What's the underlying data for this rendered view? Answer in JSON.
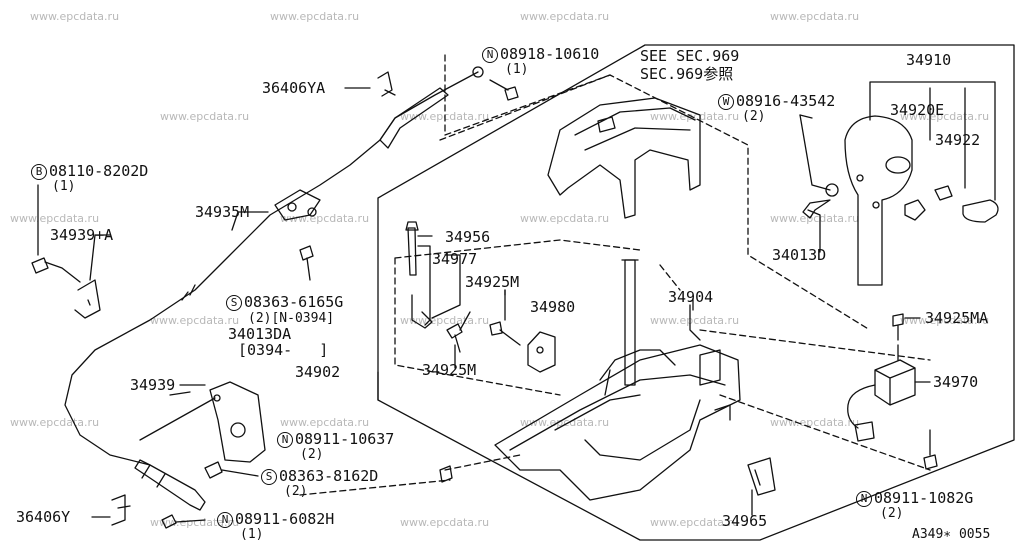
{
  "watermark": "www.epcdata.ru",
  "diagram_code": "A349∗ 0055",
  "see_note": {
    "line1": "SEE SEC.969",
    "line2": "SEC.969参照"
  },
  "parts": {
    "p34910": "34910",
    "p34920E": "34920E",
    "p34922": "34922",
    "p34013D": "34013D",
    "p34925MA": "34925MA",
    "p34970": "34970",
    "p34904": "34904",
    "p34980": "34980",
    "p34925M_a": "34925M",
    "p34925M_b": "34925M",
    "p34956": "34956",
    "p34977": "34977",
    "p34902": "34902",
    "p34965": "34965",
    "p36406YA": "36406YA",
    "p34935M": "34935M",
    "p34939A": "34939+A",
    "p34939": "34939",
    "p36406Y": "36406Y",
    "p34013DA": "34013DA",
    "p34013DA_range": "[0394-   ]"
  },
  "fasteners": [
    {
      "key": "n1",
      "prefix": "N",
      "number": "08918-10610",
      "qty": "(1)"
    },
    {
      "key": "w1",
      "prefix": "W",
      "number": "08916-43542",
      "qty": "(2)"
    },
    {
      "key": "b1",
      "prefix": "B",
      "number": "08110-8202D",
      "qty": "(1)"
    },
    {
      "key": "s1",
      "prefix": "S",
      "number": "08363-6165G",
      "qty": "(2)[N-0394]"
    },
    {
      "key": "n2",
      "prefix": "N",
      "number": "08911-10637",
      "qty": "(2)"
    },
    {
      "key": "s2",
      "prefix": "S",
      "number": "08363-8162D",
      "qty": "(2)"
    },
    {
      "key": "n3",
      "prefix": "N",
      "number": "08911-6082H",
      "qty": "(1)"
    },
    {
      "key": "n4",
      "prefix": "N",
      "number": "08911-1082G",
      "qty": "(2)"
    }
  ]
}
